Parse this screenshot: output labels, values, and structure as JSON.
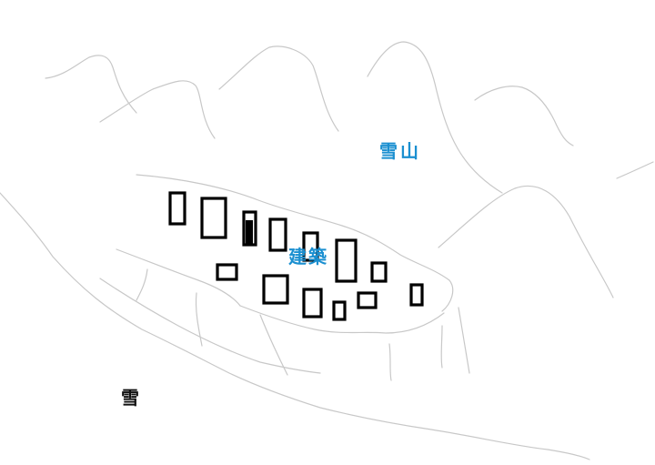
{
  "labels": {
    "snow_mountain": "雪山",
    "buildings": "建築",
    "snow": "雪"
  },
  "colors": {
    "background": "#ffffff",
    "sketch_line": "#c8c8c8",
    "building_outline": "#000000",
    "label_blue": "#1a8fd0",
    "label_black": "#111111"
  }
}
